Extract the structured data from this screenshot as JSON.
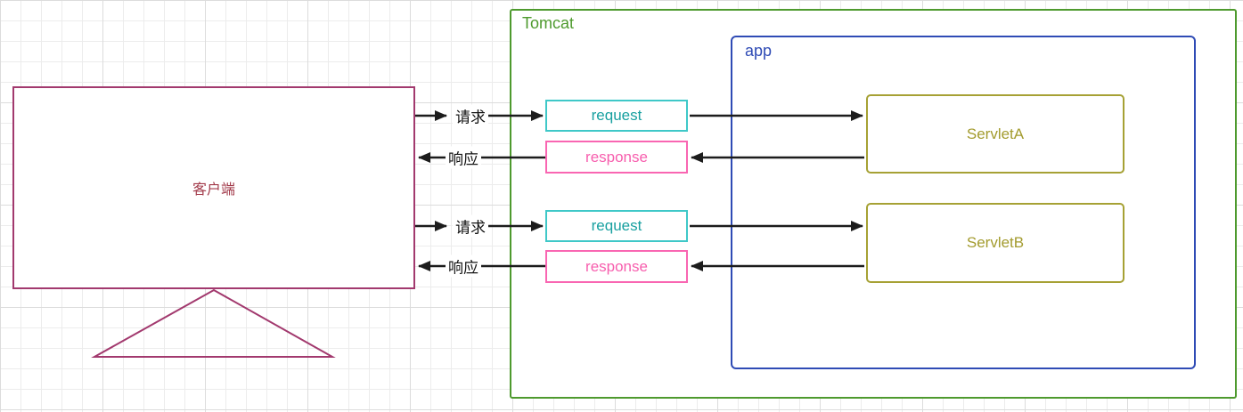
{
  "client": {
    "label": "客户端"
  },
  "tomcat": {
    "label": "Tomcat"
  },
  "app": {
    "label": "app"
  },
  "flows": [
    {
      "request_label": "request",
      "request_arrow_label": "请求",
      "response_label": "response",
      "response_arrow_label": "响应",
      "servlet_label": "ServletA"
    },
    {
      "request_label": "request",
      "request_arrow_label": "请求",
      "response_label": "response",
      "response_arrow_label": "响应",
      "servlet_label": "ServletB"
    }
  ],
  "colors": {
    "client_border": "#a2396e",
    "client_text": "#a23a4a",
    "tomcat_border": "#4e9a2e",
    "app_border": "#2f4bb5",
    "request_border": "#3fc8c8",
    "request_text": "#18a0a0",
    "response_border": "#f966b2",
    "response_text": "#f75fae",
    "servlet_border": "#a6a134",
    "servlet_text": "#a39b2e",
    "arrow": "#1c1c1c"
  }
}
